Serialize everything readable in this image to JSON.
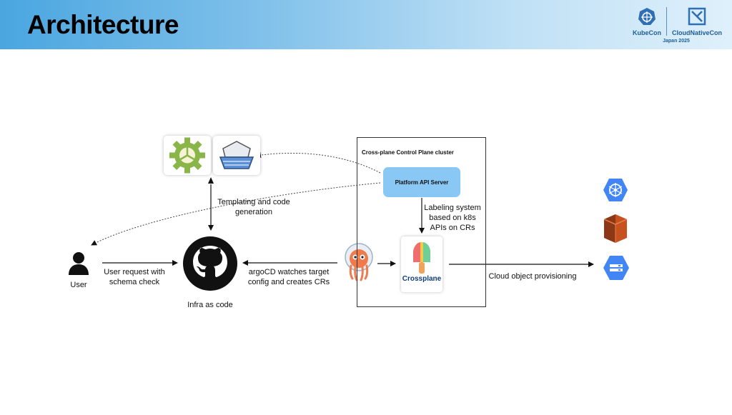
{
  "header": {
    "title": "Architecture",
    "event": {
      "left": "KubeCon",
      "right": "CloudNativeCon",
      "year": "Japan 2025"
    }
  },
  "diagram": {
    "user_label": "User",
    "user_request": "User request with schema check",
    "repo_label": "Infra as code",
    "templating": "Templating and code generation",
    "argocd": "argoCD watches target config and creates CRs",
    "cluster_title": "Cross-plane Control Plane cluster",
    "api_server": "Platform API Server",
    "labeling": "Labeling system based on k8s APIs on CRs",
    "crossplane": "Crossplane",
    "provisioning": "Cloud object provisioning"
  },
  "icons": {
    "user": "user-icon",
    "github": "github-icon",
    "gear": "gear-icon",
    "ship": "kubernetes-ship-icon",
    "argo": "argo-octopus-icon",
    "crossplane": "crossplane-popsicle-icon",
    "gke": "kubernetes-engine-icon",
    "s3": "aws-s3-icon",
    "storage": "cloud-storage-icon"
  },
  "colors": {
    "header_start": "#4aa6e0",
    "api_box": "#89c8f5",
    "gear_green": "#8ab548",
    "gcp_blue": "#4285f4",
    "aws_red": "#c7511f"
  }
}
